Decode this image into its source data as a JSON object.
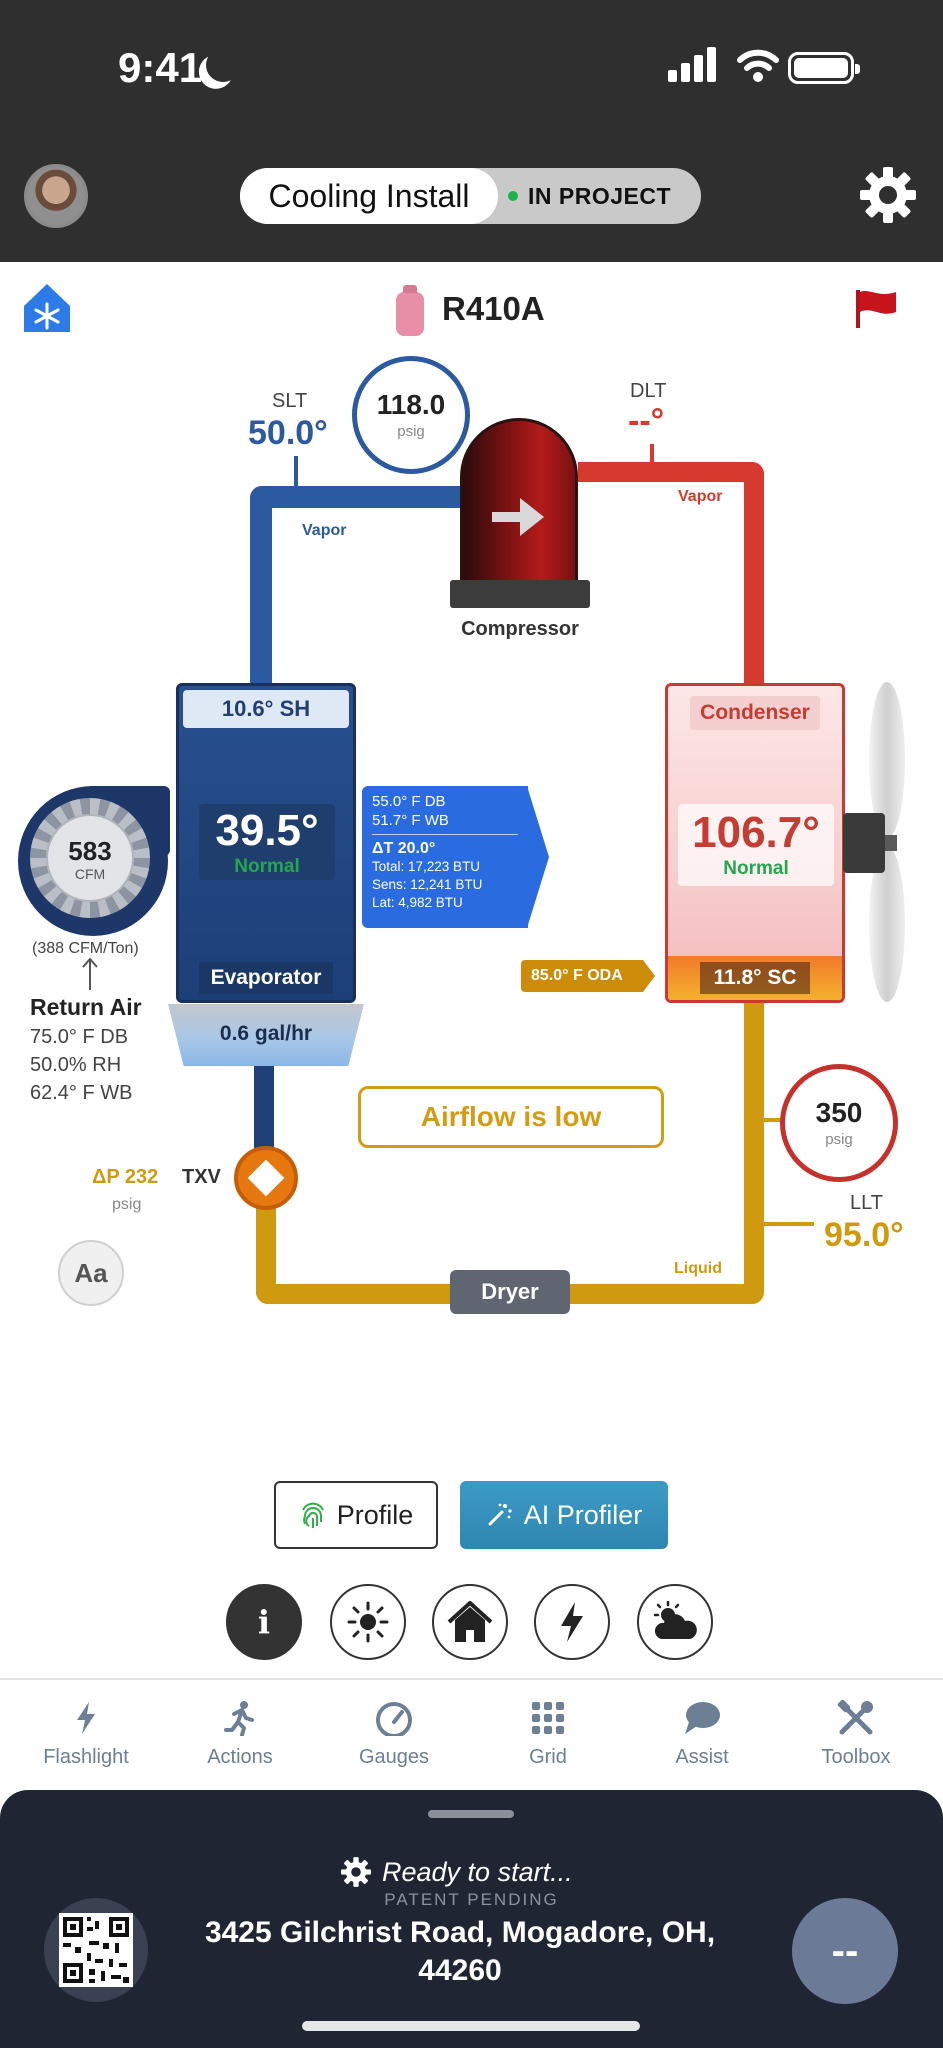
{
  "status_bar": {
    "time": "9:41"
  },
  "header": {
    "mode": "Cooling Install",
    "badge": "IN PROJECT",
    "colors": {
      "header_bg": "#2f2f2f",
      "badge_dot": "#1bb24a"
    }
  },
  "refrigerant": "R410A",
  "suction": {
    "slt_label": "SLT",
    "slt_value": "50.0°",
    "pressure": "118.0",
    "pressure_unit": "psig",
    "pipe_label": "Vapor"
  },
  "discharge": {
    "dlt_label": "DLT",
    "dlt_value": "--°",
    "pipe_label": "Vapor"
  },
  "compressor": {
    "label": "Compressor"
  },
  "evaporator": {
    "superheat": "10.6° SH",
    "temp": "39.5°",
    "status": "Normal",
    "label": "Evaporator",
    "condensate": "0.6 gal/hr"
  },
  "delta_card": {
    "db": "55.0° F DB",
    "wb": "51.7° F WB",
    "delta_t": "ΔT 20.0°",
    "total": "Total: 17,223 BTU",
    "sens": "Sens: 12,241 BTU",
    "lat": "Lat: 4,982 BTU"
  },
  "condenser": {
    "label": "Condenser",
    "temp": "106.7°",
    "status": "Normal",
    "subcool": "11.8° SC",
    "oda": "85.0° F ODA"
  },
  "blower": {
    "cfm": "583",
    "cfm_unit": "CFM",
    "cfm_per_ton": "(388 CFM/Ton)"
  },
  "return_air": {
    "title": "Return Air",
    "db": "75.0° F DB",
    "rh": "50.0% RH",
    "wb": "62.4° F WB"
  },
  "alert": "Airflow is low",
  "txv": {
    "dp": "ΔP 232",
    "dp_unit": "psig",
    "label": "TXV"
  },
  "liquid": {
    "pressure": "350",
    "pressure_unit": "psig",
    "llt_label": "LLT",
    "llt_value": "95.0°",
    "pipe_label": "Liquid"
  },
  "dryer": "Dryer",
  "text_size_button": "Aa",
  "profile_buttons": {
    "profile": "Profile",
    "ai_profiler": "AI Profiler"
  },
  "mode_icons": [
    "info-icon",
    "sun-icon",
    "house-icon",
    "bolt-icon",
    "cloud-sun-icon"
  ],
  "tabs": [
    {
      "label": "Flashlight",
      "icon": "flashlight-icon"
    },
    {
      "label": "Actions",
      "icon": "running-icon"
    },
    {
      "label": "Gauges",
      "icon": "gauge-icon"
    },
    {
      "label": "Grid",
      "icon": "grid-icon"
    },
    {
      "label": "Assist",
      "icon": "chat-icon"
    },
    {
      "label": "Toolbox",
      "icon": "tools-icon"
    }
  ],
  "sheet": {
    "status": "Ready to start...",
    "patent": "PATENT PENDING",
    "address": "3425 Gilchrist Road, Mogadore, OH, 44260",
    "action": "--"
  }
}
